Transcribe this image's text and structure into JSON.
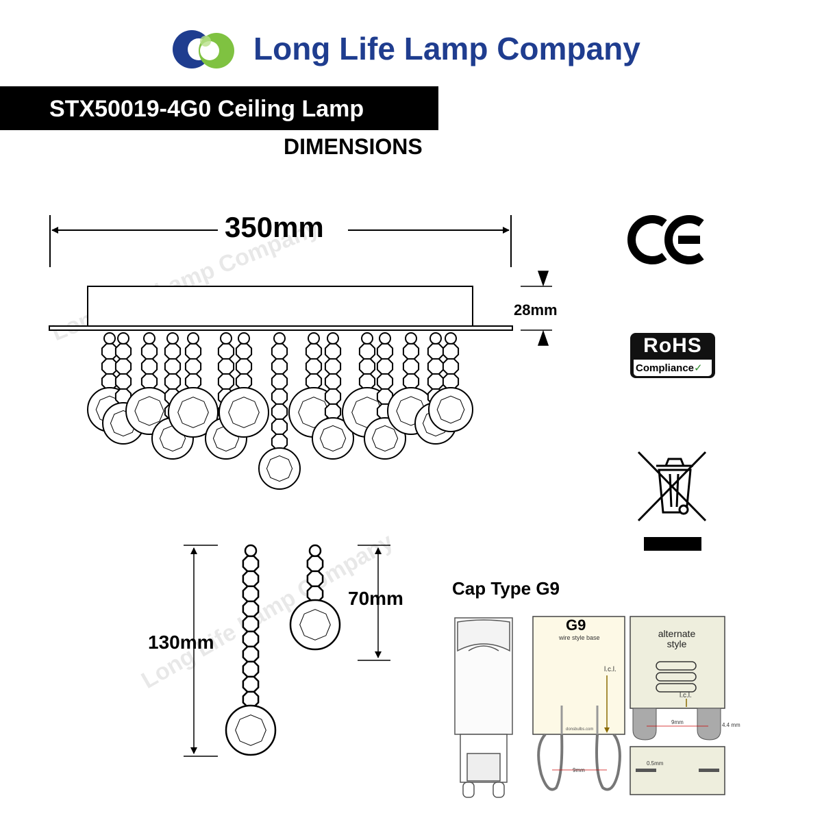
{
  "header": {
    "brand_name": "Long Life Lamp Company",
    "logo_colors": [
      "#1f3d8f",
      "#7fc241"
    ]
  },
  "product": {
    "title": "STX50019-4G0 Ceiling Lamp",
    "subtitle": "DIMENSIONS"
  },
  "dimensions": {
    "width": "350mm",
    "canopy_height": "28mm",
    "long_drop": "130mm",
    "short_drop": "70mm"
  },
  "watermark": "Long Life Lamp Company",
  "certifications": {
    "ce_mark": "CE",
    "rohs_label": "RoHS",
    "rohs_sub": "Compliance",
    "weee_icon": "crossed-bin-icon"
  },
  "cap": {
    "title": "Cap Type G9",
    "g9_label": "G9",
    "g9_sub": "wire style base",
    "alternate_label": "alternate style",
    "lcl_label": "l.c.l.",
    "pin_gap": "9mm",
    "pin_length": "4.4 mm",
    "pin_thickness": "0.5mm",
    "site": "donsbulbs.com"
  }
}
